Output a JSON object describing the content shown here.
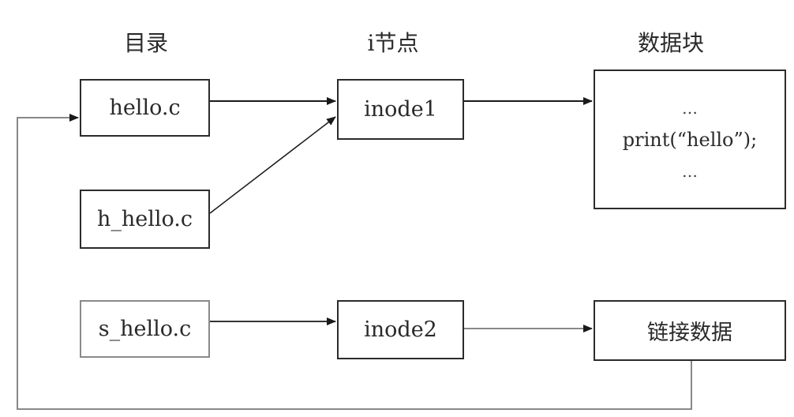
{
  "headers": {
    "directory": "目录",
    "inode": "i节点",
    "datablock": "数据块"
  },
  "directory_entries": [
    {
      "name": "hello.c"
    },
    {
      "name": "h_hello.c"
    },
    {
      "name": "s_hello.c"
    }
  ],
  "inodes": [
    {
      "name": "inode1"
    },
    {
      "name": "inode2"
    }
  ],
  "data_block": {
    "line1": "…",
    "line2": "print(“hello”);",
    "line3": "…"
  },
  "link_data": {
    "label": "链接数据"
  },
  "colors": {
    "dark_line": "#1a1a1a",
    "grey_line": "#888888"
  }
}
